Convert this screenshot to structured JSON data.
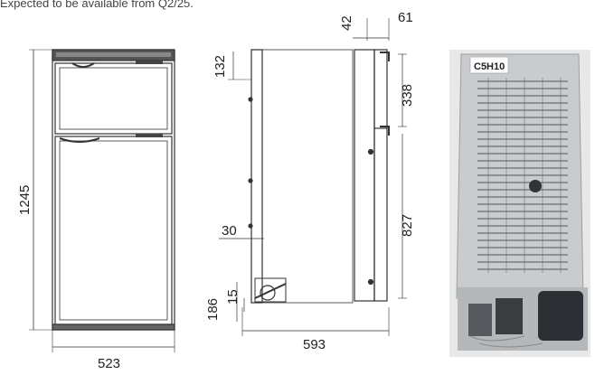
{
  "note": "Expected to be available from Q2/25.",
  "dimensions": {
    "front_height": "1245",
    "front_width": "523",
    "side_top_offset": "132",
    "side_handle_gap": "42",
    "side_handle_depth": "61",
    "side_upper_door": "338",
    "side_lower_door": "827",
    "side_hinge_offset": "30",
    "side_base_height": "186",
    "side_foot": "15",
    "side_depth": "593"
  },
  "photo": {
    "label_text": "C5H10"
  },
  "colors": {
    "line": "#333333",
    "photo_panel": "#c9ccce",
    "photo_dark": "#5a5e62"
  }
}
